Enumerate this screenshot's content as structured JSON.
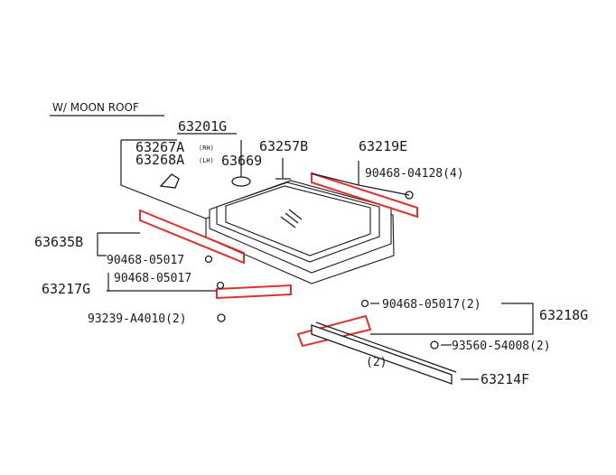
{
  "header": {
    "title": "W/ MOON ROOF"
  },
  "colors": {
    "highlight": "#e03030",
    "ink": "#1a1a1a",
    "background": "#ffffff"
  },
  "labels": {
    "p63201G": "63201G",
    "p63267A": "63267A",
    "p63267A_side": "(RH)",
    "p63268A": "63268A",
    "p63268A_side": "(LH)",
    "p63669": "63669",
    "p63257B": "63257B",
    "p63219E": "63219E",
    "b90468_04128": "90468-04128(4)",
    "p63635B": "63635B",
    "b90468_05017_a": "90468-05017",
    "b90468_05017_b": "90468-05017",
    "p63217G": "63217G",
    "s93239_A4010": "93239-A4010(2)",
    "b90468_05017_2": "90468-05017(2)",
    "p63218G": "63218G",
    "s93560_54008": "93560-54008(2)",
    "qty_2": "(2)",
    "p63214F": "63214F"
  }
}
